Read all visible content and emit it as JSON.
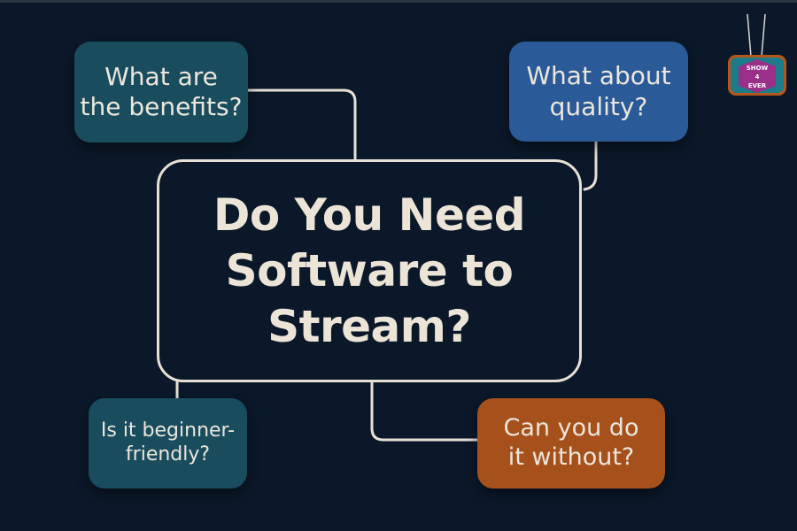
{
  "diagram": {
    "title": "Do You Need\nSoftware to\nStream?",
    "nodes": [
      {
        "id": "benefits",
        "label": "What are\nthe benefits?",
        "color": "#194d5e"
      },
      {
        "id": "quality",
        "label": "What about\nquality?",
        "color": "#2a5a98"
      },
      {
        "id": "beginner",
        "label": "Is it beginner-\nfriendly?",
        "color": "#194d5e"
      },
      {
        "id": "without",
        "label": "Can you do\nit without?",
        "color": "#a6501c"
      }
    ],
    "edges": [
      {
        "from": "benefits",
        "to": "center"
      },
      {
        "from": "quality",
        "to": "center"
      },
      {
        "from": "beginner",
        "to": "center"
      },
      {
        "from": "without",
        "to": "center"
      }
    ],
    "colors": {
      "background": "#0b1829",
      "line": "#e7e1d5",
      "text": "#ece6dc"
    }
  },
  "logo": {
    "line1": "SHOW",
    "line2": "4",
    "line3": "EVER",
    "icon": "tv-icon"
  }
}
